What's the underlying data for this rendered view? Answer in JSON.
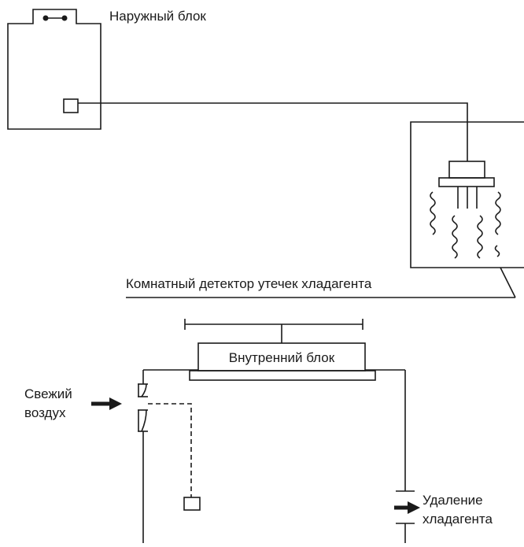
{
  "outdoor_unit": {
    "label": "Наружный блок"
  },
  "leak_detector": {
    "label": "Комнатный детектор утечек хладагента"
  },
  "indoor_unit": {
    "label": "Внутренний блок"
  },
  "fresh_air": {
    "line1": "Свежий",
    "line2": "воздух"
  },
  "refrigerant_removal": {
    "line1": "Удаление",
    "line2": "хладагента"
  },
  "colors": {
    "line": "#1a1a1a",
    "background": "#ffffff"
  }
}
